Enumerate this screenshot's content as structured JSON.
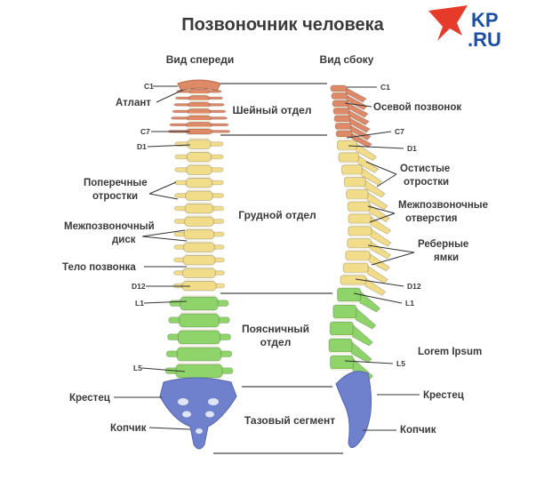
{
  "title": "Позвоночник человека",
  "logo": {
    "line1": "KP",
    "line2": ".RU",
    "accent": "#e63a2b",
    "blue": "#1a4fa3"
  },
  "views": {
    "front": "Вид спереди",
    "side": "Вид сбоку"
  },
  "colors": {
    "cervical": "#de8a68",
    "thoracic": "#f1dc8a",
    "lumbar": "#8fd46a",
    "sacral": "#6f80cc",
    "disc": "#f4f0e0"
  },
  "sections": {
    "cervical": "Шейный отдел",
    "thoracic": "Грудной отдел",
    "lumbar_1": "Поясничный",
    "lumbar_2": "отдел",
    "pelvic": "Тазовый сегмент"
  },
  "front_labels": {
    "c1": "C1",
    "atlas": "Атлант",
    "c7": "C7",
    "d1": "D1",
    "transverse_1": "Поперечные",
    "transverse_2": "отростки",
    "disc_1": "Межпозвоночный",
    "disc_2": "диск",
    "body": "Тело позвонка",
    "d12": "D12",
    "l1": "L1",
    "l5": "L5",
    "sacrum": "Крестец",
    "coccyx": "Копчик"
  },
  "side_labels": {
    "c1": "C1",
    "axis": "Осевой позвонок",
    "c7": "C7",
    "d1": "D1",
    "spinous_1": "Остистые",
    "spinous_2": "отростки",
    "foramina_1": "Межпозвоночные",
    "foramina_2": "отверстия",
    "costal_1": "Реберные",
    "costal_2": "ямки",
    "d12": "D12",
    "l1": "L1",
    "lorem": "Lorem Ipsum",
    "l5": "L5",
    "sacrum": "Крестец",
    "coccyx": "Копчик"
  }
}
